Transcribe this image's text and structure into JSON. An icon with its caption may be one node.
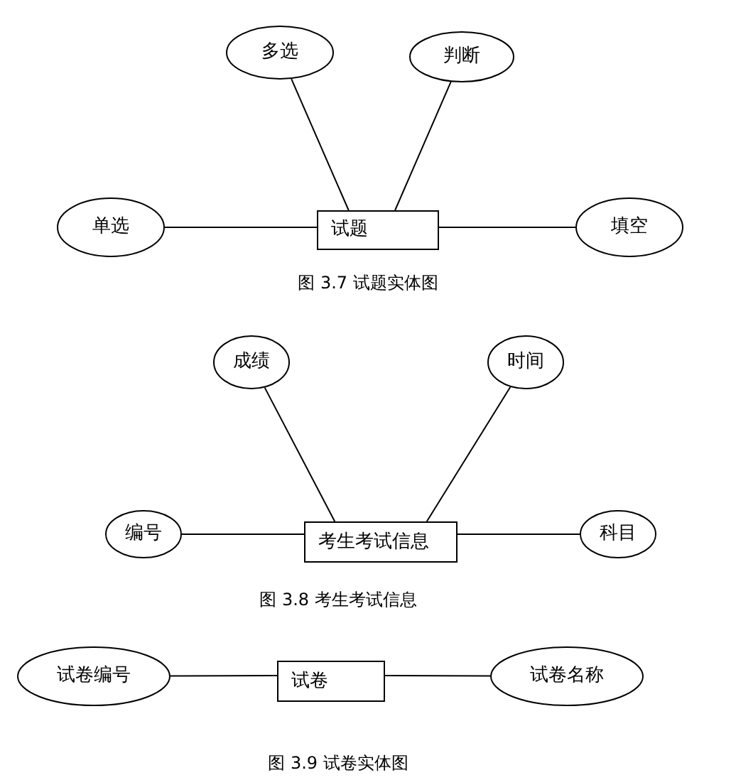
{
  "diagram": {
    "nodes": [
      {
        "text": [
          "多选"
        ]
      },
      {
        "text": [
          "判断"
        ]
      },
      {
        "text": [
          "单选"
        ]
      },
      {
        "text": [
          "试题"
        ]
      },
      {
        "text": [
          "填空"
        ]
      },
      {
        "text": [
          "成绩"
        ]
      },
      {
        "text": [
          "时间"
        ]
      },
      {
        "text": [
          "编号"
        ]
      },
      {
        "text": [
          "考生考试信息"
        ]
      },
      {
        "text": [
          "科目"
        ]
      },
      {
        "text": [
          "试卷编号"
        ]
      },
      {
        "text": [
          "试卷"
        ]
      },
      {
        "text": [
          "试卷名称"
        ]
      }
    ],
    "edges": [
      {
        "from": 3,
        "to": 0,
        "arrow": "none"
      },
      {
        "from": 3,
        "to": 1,
        "arrow": "none"
      },
      {
        "from": 3,
        "to": 2,
        "arrow": "none"
      },
      {
        "from": 3,
        "to": 4,
        "arrow": "none"
      },
      {
        "from": 8,
        "to": 5,
        "arrow": "none"
      },
      {
        "from": 8,
        "to": 6,
        "arrow": "none"
      },
      {
        "from": 8,
        "to": 7,
        "arrow": "none"
      },
      {
        "from": 8,
        "to": 9,
        "arrow": "none"
      },
      {
        "from": 11,
        "to": 10,
        "arrow": "none"
      },
      {
        "from": 11,
        "to": 12,
        "arrow": "none"
      }
    ],
    "labels": [
      "图 3.7 试题实体图",
      "图 3.8 考生考试信息",
      "图 3.9 试卷实体图"
    ]
  }
}
